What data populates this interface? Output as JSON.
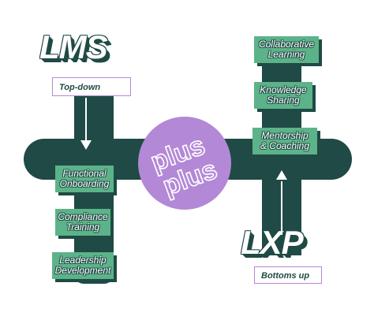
{
  "left": {
    "title": "LMS",
    "caption": "Top-down",
    "items": [
      "Functional\nOnboarding",
      "Compliance\nTraining",
      "Leadership\nDevelopment"
    ]
  },
  "right": {
    "title": "LXP",
    "caption": "Bottoms up",
    "items": [
      "Collaborative\nLearning",
      "Knowledge\nSharing",
      "Mentorship\n& Coaching"
    ]
  },
  "center": {
    "logo_line1": "plus",
    "logo_line2": "plus"
  },
  "colors": {
    "structure": "#1f4a45",
    "accent": "#b388d6",
    "box": "#5cb389"
  }
}
